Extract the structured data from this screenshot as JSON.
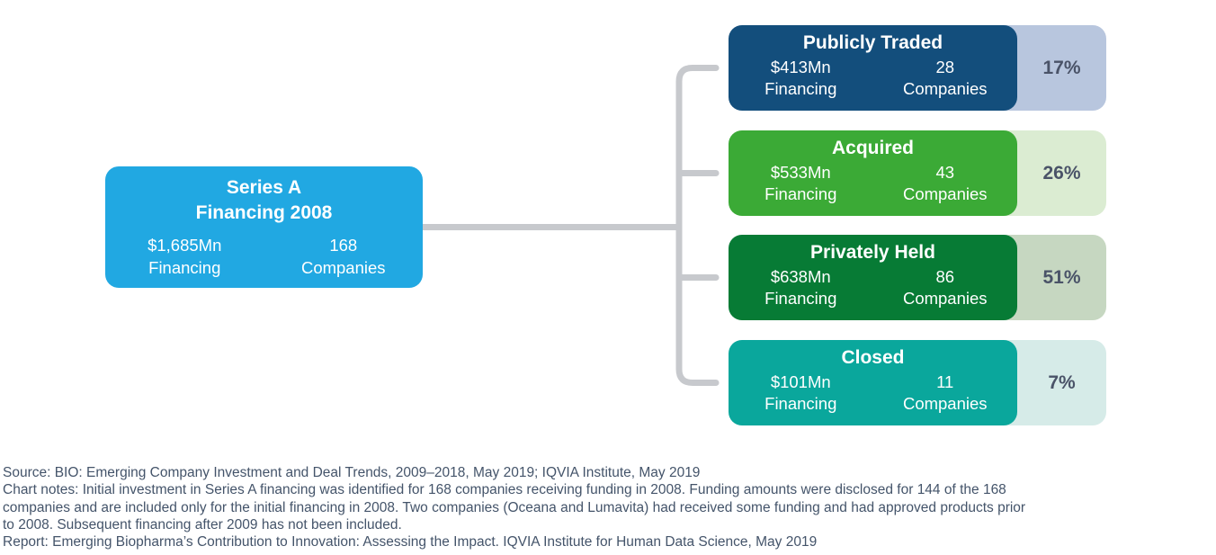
{
  "diagram": {
    "root": {
      "title_line1": "Series A",
      "title_line2": "Financing 2008",
      "financing_value": "$1,685Mn",
      "financing_label": "Financing",
      "companies_value": "168",
      "companies_label": "Companies",
      "color": "#21A8E2"
    },
    "outcomes": [
      {
        "title": "Publicly Traded",
        "financing_value": "$413Mn",
        "financing_label": "Financing",
        "companies_value": "28",
        "companies_label": "Companies",
        "percent": "17%",
        "box_color": "#134E7C",
        "panel_color": "#B8C6DE"
      },
      {
        "title": "Acquired",
        "financing_value": "$533Mn",
        "financing_label": "Financing",
        "companies_value": "43",
        "companies_label": "Companies",
        "percent": "26%",
        "box_color": "#3BAA36",
        "panel_color": "#DBECD2"
      },
      {
        "title": "Privately Held",
        "financing_value": "$638Mn",
        "financing_label": "Financing",
        "companies_value": "86",
        "companies_label": "Companies",
        "percent": "51%",
        "box_color": "#077B35",
        "panel_color": "#C6D7C1"
      },
      {
        "title": "Closed",
        "financing_value": "$101Mn",
        "financing_label": "Financing",
        "companies_value": "11",
        "companies_label": "Companies",
        "percent": "7%",
        "box_color": "#0AA79C",
        "panel_color": "#D6EBE8"
      }
    ],
    "connector_color": "#C7C9CD"
  },
  "colors": {
    "percent_text": "#4A5368",
    "background": "#FFFFFF"
  },
  "footer": {
    "text_color": "#44546A",
    "lines": [
      "Source: BIO: Emerging Company Investment and Deal Trends, 2009–2018, May 2019; IQVIA Institute, May 2019",
      "Chart notes: Initial investment in Series A financing was identified for 168 companies receiving funding in 2008. Funding amounts were disclosed for 144 of the 168",
      "companies and are included only for the initial financing in 2008. Two companies (Oceana and Lumavita) had received some funding and had approved products prior",
      "to 2008. Subsequent financing after 2009 has not been included.",
      "Report: Emerging Biopharma’s Contribution to Innovation: Assessing the Impact. IQVIA Institute for Human Data Science, May 2019"
    ]
  }
}
